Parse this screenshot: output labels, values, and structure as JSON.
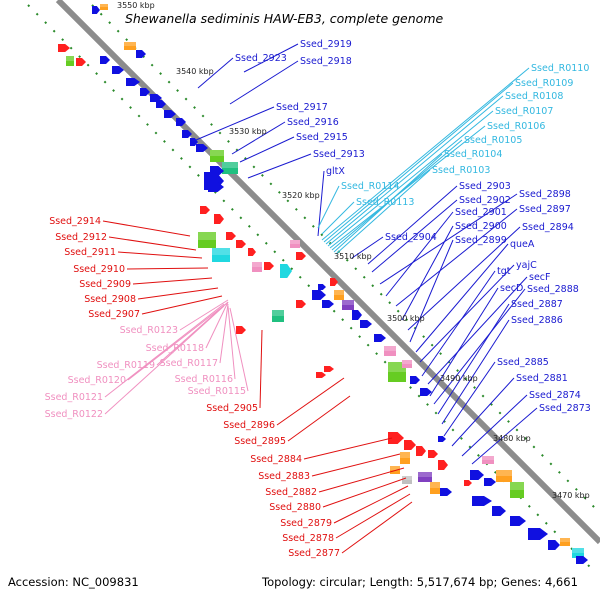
{
  "title": "Shewanella sediminis HAW-EB3, complete genome",
  "accession": "Accession: NC_009831",
  "topology": "Topology: circular; Length: 5,517,674 bp; Genes: 4,661",
  "colors": {
    "plus_label": "#1a1ad0",
    "trna_label": "#33b8e0",
    "minus_label": "#e01010",
    "rrna_label": "#f090c0",
    "backbone": "#9a9a9a",
    "tick_marker": "#2a8a2a"
  },
  "ticks": [
    "3550 kbp",
    "3540 kbp",
    "3530 kbp",
    "3520 kbp",
    "3510 kbp",
    "3500 kbp",
    "3490 kbp",
    "3480 kbp",
    "3470 kbp"
  ],
  "plus_labels": [
    "Ssed_2919",
    "Ssed_2923",
    "Ssed_2918",
    "Ssed_2917",
    "Ssed_2916",
    "Ssed_2915",
    "Ssed_2913",
    "gltX",
    "Ssed_2903",
    "Ssed_2902",
    "Ssed_2898",
    "Ssed_2901",
    "Ssed_2897",
    "Ssed_2900",
    "Ssed_2894",
    "Ssed_2904",
    "Ssed_2899",
    "queA",
    "yajC",
    "tgt",
    "secF",
    "secD",
    "Ssed_2888",
    "Ssed_2887",
    "Ssed_2886",
    "Ssed_2885",
    "Ssed_2881",
    "Ssed_2874",
    "Ssed_2873"
  ],
  "trna_labels": [
    "Ssed_R0110",
    "Ssed_R0109",
    "Ssed_R0108",
    "Ssed_R0107",
    "Ssed_R0106",
    "Ssed_R0105",
    "Ssed_R0104",
    "Ssed_R0103",
    "Ssed_R0114",
    "Ssed_R0113"
  ],
  "minus_labels": [
    "Ssed_2914",
    "Ssed_2912",
    "Ssed_2911",
    "Ssed_2910",
    "Ssed_2909",
    "Ssed_2908",
    "Ssed_2907",
    "Ssed_2905",
    "Ssed_2896",
    "Ssed_2895",
    "Ssed_2884",
    "Ssed_2883",
    "Ssed_2882",
    "Ssed_2880",
    "Ssed_2879",
    "Ssed_2878",
    "Ssed_2877"
  ],
  "rrna_labels": [
    "Ssed_R0123",
    "Ssed_R0118",
    "Ssed_R0117",
    "Ssed_R0119",
    "Ssed_R0120",
    "Ssed_R0116",
    "Ssed_R0115",
    "Ssed_R0121",
    "Ssed_R0122"
  ]
}
